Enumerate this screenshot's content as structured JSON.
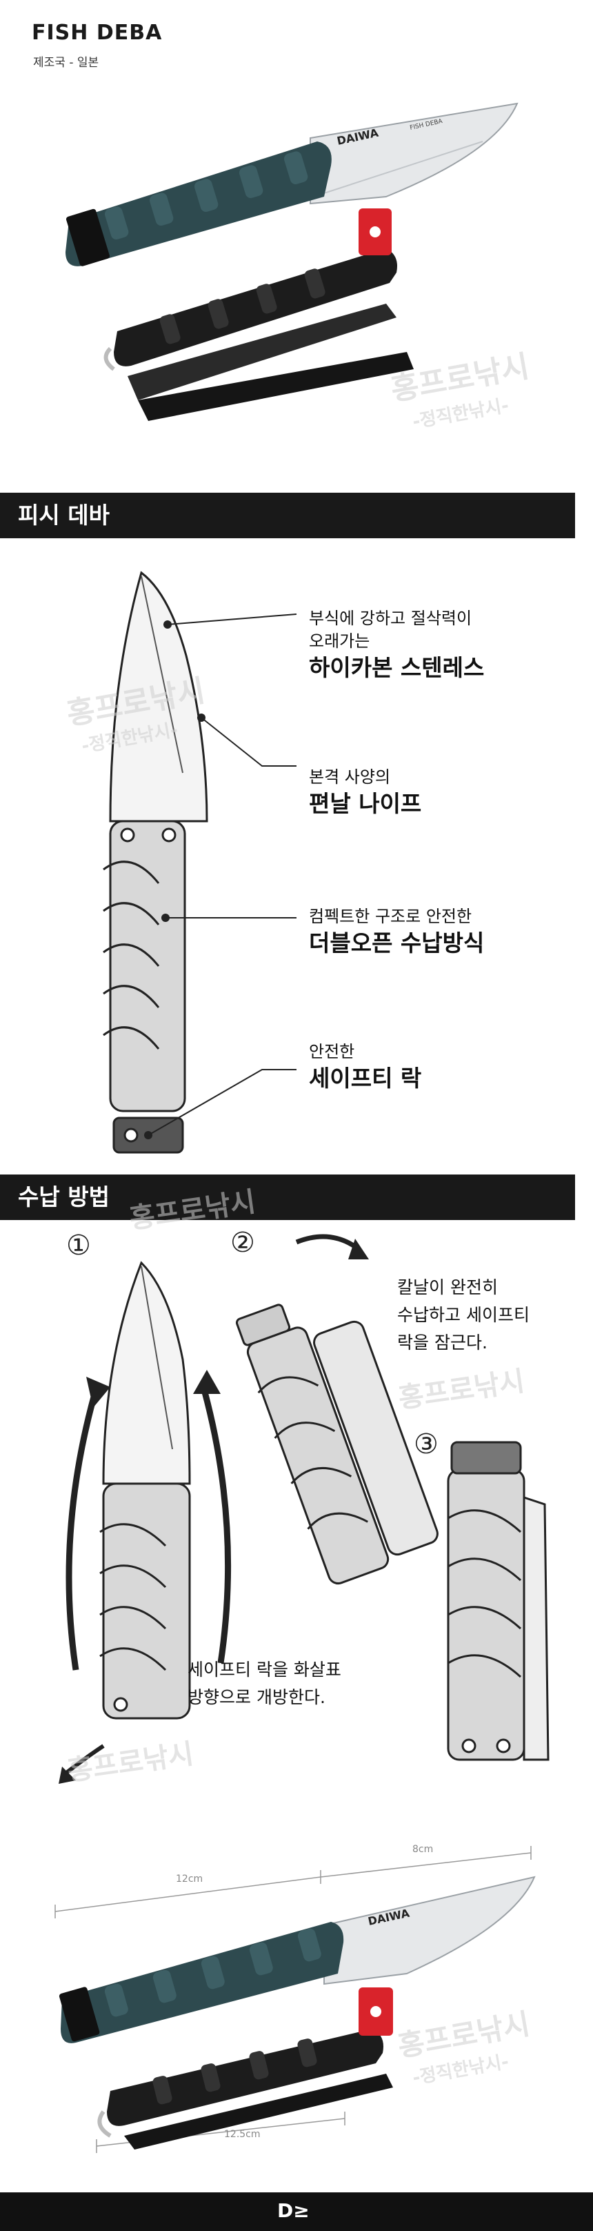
{
  "header": {
    "title": "FISH DEBA",
    "origin": "제조국 - 일본"
  },
  "brand": {
    "blade_mark": "DAIWA",
    "blade_subtext": "FISH DEBA",
    "footer_mark": "D≥"
  },
  "watermark": {
    "line1": "홍프로낚시",
    "line2": "-정직한낚시-"
  },
  "section1": {
    "heading": "피시 데바",
    "callouts": [
      {
        "lines": [
          "부식에 강하고 절삭력이",
          "오래가는"
        ],
        "big": "하이카본 스텐레스"
      },
      {
        "lines": [
          "본격 사양의"
        ],
        "big": "편날 나이프"
      },
      {
        "lines": [
          "컴펙트한 구조로 안전한"
        ],
        "big": "더블오픈 수납방식"
      },
      {
        "lines": [
          "안전한"
        ],
        "big": "세이프티 락"
      }
    ]
  },
  "section2": {
    "heading": "수납 방법",
    "steps": [
      "①",
      "②",
      "③"
    ],
    "note_step2": [
      "칼날이 완전히",
      "수납하고 세이프티",
      "락을 잠근다."
    ],
    "note_step1": [
      "세이프티 락을 화살표",
      "방향으로 개방한다."
    ]
  },
  "dimensions": {
    "handle": "12cm",
    "blade": "8cm",
    "folded": "12.5cm"
  },
  "colors": {
    "handle_teal": "#2e4a4f",
    "handle_black": "#1c1c1c",
    "lock_red": "#d9232b",
    "banner": "#191919"
  }
}
